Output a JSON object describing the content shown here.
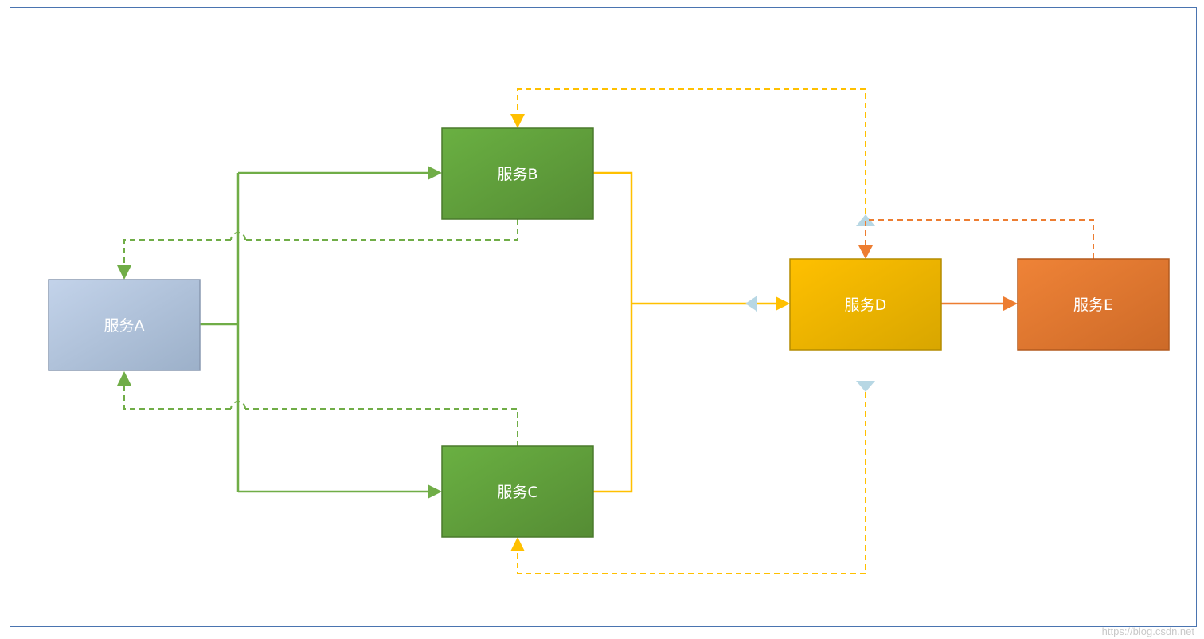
{
  "nodes": {
    "a": {
      "label": "服务A"
    },
    "b": {
      "label": "服务B"
    },
    "c": {
      "label": "服务C"
    },
    "d": {
      "label": "服务D"
    },
    "e": {
      "label": "服务E"
    }
  },
  "colors": {
    "green_edge": "#70ad47",
    "yellow_edge": "#ffc000",
    "orange_edge": "#ed7d31",
    "node_a": "#aab9d0",
    "node_green": "#5b9638",
    "node_yellow": "#f0b400",
    "node_orange": "#e07a30",
    "frame": "#4a74b0",
    "light_blue_marker": "#b7d7e4"
  },
  "watermark": "https://blog.csdn.net"
}
